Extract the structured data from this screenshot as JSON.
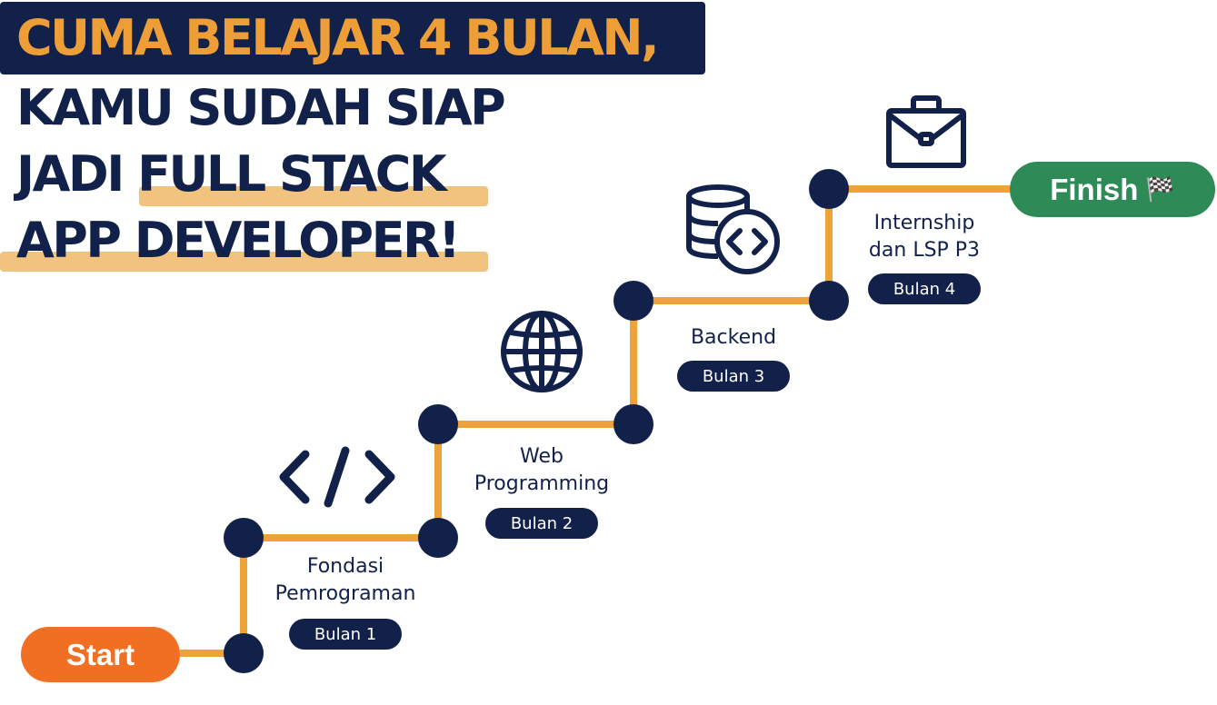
{
  "headline": {
    "line1": "CUMA BELAJAR 4 BULAN,",
    "line2": "KAMU SUDAH SIAP",
    "line3_plain": "JADI ",
    "line3_highlight": "FULL STACK",
    "line4": "APP DEVELOPER!"
  },
  "start_label": "Start",
  "finish_label": "Finish",
  "finish_flag": "🏁",
  "steps": [
    {
      "title": "Fondasi\nPemrograman",
      "month": "Bulan 1",
      "icon": "code-brackets-icon"
    },
    {
      "title": "Web\nProgramming",
      "month": "Bulan 2",
      "icon": "globe-icon"
    },
    {
      "title": "Backend",
      "month": "Bulan 3",
      "icon": "database-code-icon"
    },
    {
      "title": "Internship\ndan LSP P3",
      "month": "Bulan 4",
      "icon": "briefcase-icon"
    }
  ],
  "colors": {
    "navy": "#12214a",
    "orange": "#ee9e37",
    "path": "#eea23a",
    "start": "#f06f22",
    "finish": "#2e8b57",
    "highlight": "#f1c37e"
  }
}
